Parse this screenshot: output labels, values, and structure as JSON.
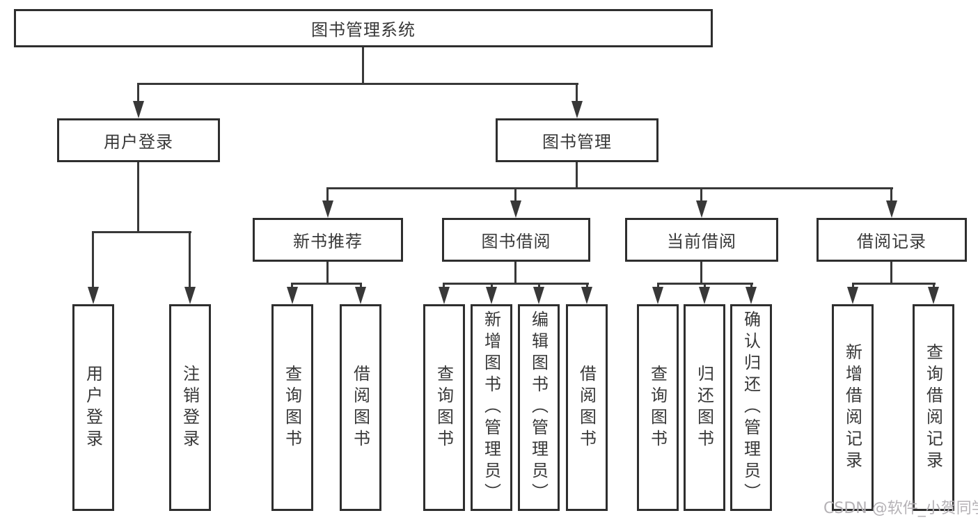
{
  "tree": {
    "root": {
      "label": "图书管理系统"
    },
    "user_login": {
      "label": "用户登录",
      "children": [
        {
          "label": "用户登录"
        },
        {
          "label": "注销登录"
        }
      ]
    },
    "book_mgmt": {
      "label": "图书管理",
      "children": [
        {
          "label": "新书推荐",
          "children": [
            {
              "label": "查询图书"
            },
            {
              "label": "借阅图书"
            }
          ]
        },
        {
          "label": "图书借阅",
          "children": [
            {
              "label": "查询图书"
            },
            {
              "label": "新增图书（管理员）"
            },
            {
              "label": "编辑图书（管理员）"
            },
            {
              "label": "借阅图书"
            }
          ]
        },
        {
          "label": "当前借阅",
          "children": [
            {
              "label": "查询图书"
            },
            {
              "label": "归还图书"
            },
            {
              "label": "确认归还（管理员）"
            }
          ]
        },
        {
          "label": "借阅记录",
          "children": [
            {
              "label": "新增借阅记录"
            },
            {
              "label": "查询借阅记录"
            }
          ]
        }
      ]
    }
  },
  "watermark": {
    "text": "CSDN @软件_小贺同学"
  },
  "colors": {
    "line": "#383838",
    "box_border": "#2e2e2e",
    "text": "#383838",
    "watermark": "#b5b2b6",
    "background": "#ffffff"
  }
}
